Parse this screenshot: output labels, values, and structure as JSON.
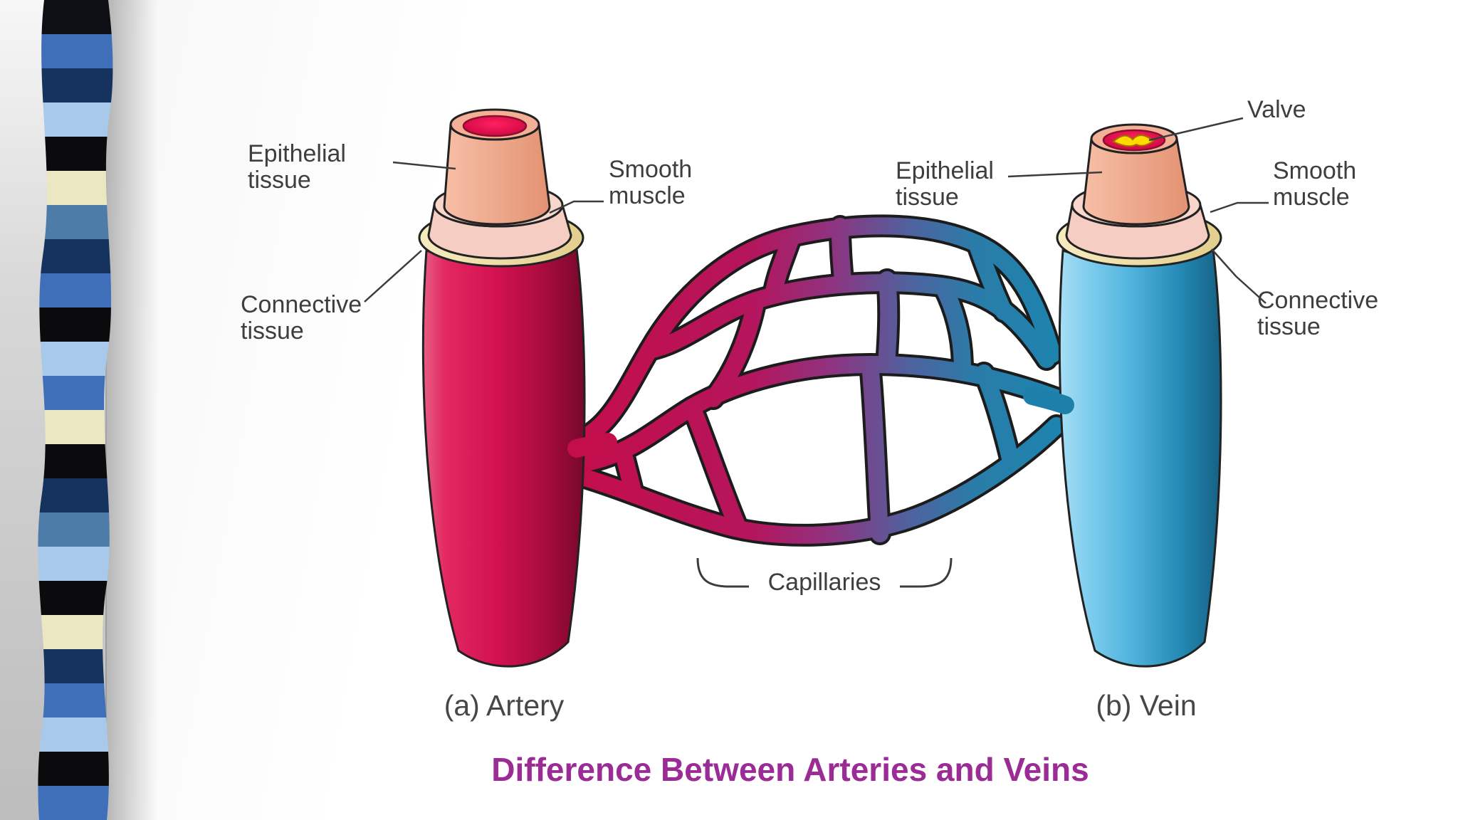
{
  "title": {
    "text": "Difference Between Arteries and Veins",
    "color": "#9b2c96"
  },
  "captions": {
    "artery": "(a) Artery",
    "vein": "(b) Vein"
  },
  "labels": {
    "artery_epithelial": {
      "line1": "Epithelial",
      "line2": "tissue"
    },
    "artery_smooth": {
      "line1": "Smooth",
      "line2": "muscle"
    },
    "artery_connective": {
      "line1": "Connective",
      "line2": "tissue"
    },
    "vein_valve": "Valve",
    "vein_epithelial": {
      "line1": "Epithelial",
      "line2": "tissue"
    },
    "vein_smooth": {
      "line1": "Smooth",
      "line2": "muscle"
    },
    "vein_connective": {
      "line1": "Connective",
      "line2": "tissue"
    },
    "capillaries": "Capillaries"
  },
  "colors": {
    "artery_body": "#d31251",
    "vein_body": "#4fb3dc",
    "capillary_red": "#c30e4c",
    "capillary_blue": "#1c84ae",
    "connective_tissue": "#f2e3a8",
    "smooth_muscle": "#f6cdc3",
    "epithelial_tissue": "#f3b096",
    "lumen": "#e6084a",
    "valve": "#ffd900",
    "label_text": "#3e3e3e",
    "title_purple": "#9b2c96"
  },
  "decorative_stripes": {
    "bands": [
      "#0d0f14",
      "#3e6fb8",
      "#16325e",
      "#a9c9ea",
      "#0b0b0d",
      "#eae7c2",
      "#4d7ca8",
      "#16325e",
      "#3e6fb8",
      "#0b0b0d",
      "#a9c9ea",
      "#3e6fb8",
      "#eae7c2",
      "#0b0b0d",
      "#16325e",
      "#4d7ca8",
      "#a9c9ea",
      "#0b0b0d",
      "#eae7c2",
      "#16325e",
      "#3e6fb8",
      "#a9c9ea",
      "#0b0b0d",
      "#3e6fb8"
    ]
  }
}
